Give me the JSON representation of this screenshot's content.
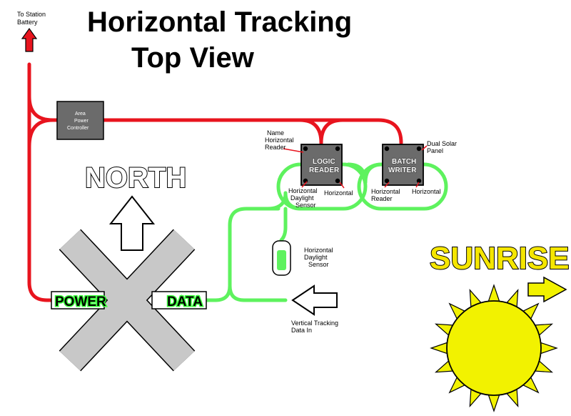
{
  "title": {
    "line1": "Horizontal Tracking",
    "line2": "Top View"
  },
  "labels": {
    "to_station_battery_1": "To Station",
    "to_station_battery_2": "Battery",
    "area_power_controller_1": "Area",
    "area_power_controller_2": "Power",
    "area_power_controller_3": "Controller",
    "name_horizontal_reader_1": "Name",
    "name_horizontal_reader_2": "Horizontal",
    "name_horizontal_reader_3": "Reader",
    "logic_reader_1": "LOGIC",
    "logic_reader_2": "READER",
    "batch_writer_1": "BATCH",
    "batch_writer_2": "WRITER",
    "dual_solar_panel_1": "Dual Solar",
    "dual_solar_panel_2": "Panel",
    "horizontal_daylight_sensor_a_1": "Horizontal",
    "horizontal_daylight_sensor_a_2": "Daylight",
    "horizontal_daylight_sensor_a_3": "Sensor",
    "horizontal_logic_right": "Horizontal",
    "horizontal_reader_1": "Horizontal",
    "horizontal_reader_2": "Reader",
    "horizontal_batch_right": "Horizontal",
    "horizontal_daylight_sensor_b_1": "Horizontal",
    "horizontal_daylight_sensor_b_2": "Daylight",
    "horizontal_daylight_sensor_b_3": "Sensor",
    "north": "NORTH",
    "power": "POWER",
    "data": "DATA",
    "vertical_tracking_1": "Vertical Tracking",
    "vertical_tracking_2": "Data In",
    "sunrise": "SUNRISE"
  },
  "colors": {
    "power_wire": "#e8141e",
    "data_wire": "#5ef25e",
    "component_box": "#6b6b6b",
    "cross": "#c8c8c8",
    "sun": "#f2f200",
    "arrow_up_red": "#e8141e"
  }
}
